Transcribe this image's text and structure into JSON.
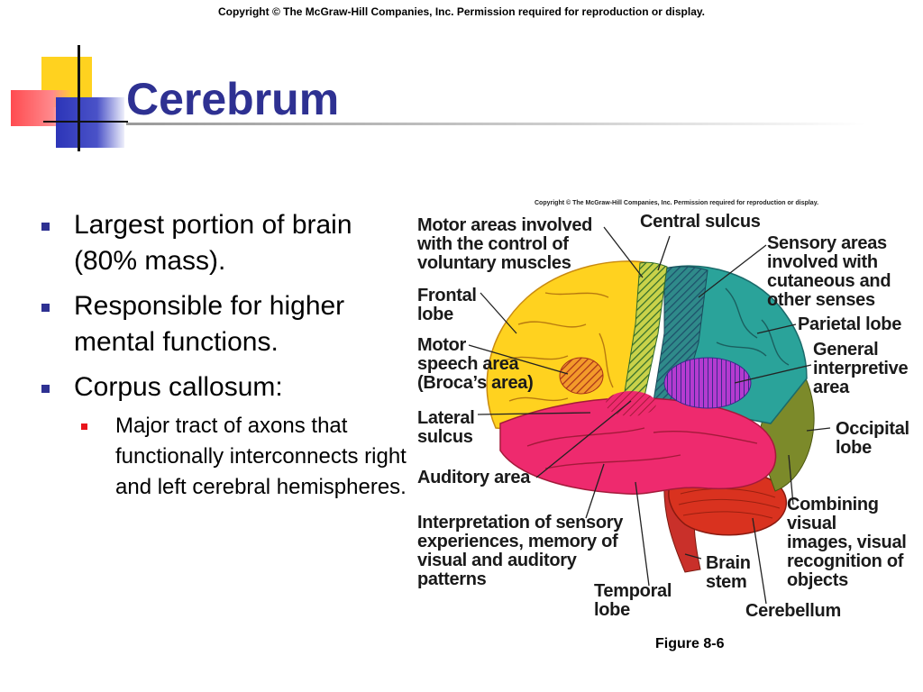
{
  "header": {
    "copyright": "Copyright © The McGraw-Hill Companies, Inc. Permission required for reproduction or display."
  },
  "slide": {
    "title": "Cerebrum",
    "bullets": [
      "Largest portion of brain (80% mass).",
      "Responsible for higher mental functions.",
      "Corpus callosum:"
    ],
    "sub_bullets": [
      "Major tract of axons that functionally interconnects right and left cerebral hemispheres."
    ]
  },
  "figure": {
    "copyright": "Copyright © The McGraw-Hill Companies, Inc. Permission required for reproduction or display.",
    "caption": "Figure 8-6",
    "labels": {
      "motor_areas": "Motor areas involved\nwith the control of\nvoluntary muscles",
      "central_sulcus": "Central sulcus",
      "sensory_areas": "Sensory areas\ninvolved with\ncutaneous and\nother senses",
      "frontal_lobe": "Frontal\nlobe",
      "parietal_lobe": "Parietal lobe",
      "motor_speech": "Motor\nspeech area\n(Broca’s area)",
      "general_interpretive": "General\ninterpretive\narea",
      "lateral_sulcus": "Lateral\nsulcus",
      "occipital_lobe": "Occipital\nlobe",
      "auditory_area": "Auditory area",
      "combining_visual": "Combining\nvisual\nimages, visual\nrecognition of\nobjects",
      "interpretation": "Interpretation of sensory\nexperiences, memory of\nvisual and auditory\npatterns",
      "brain_stem": "Brain\nstem",
      "temporal_lobe": "Temporal\nlobe",
      "cerebellum": "Cerebellum"
    }
  },
  "colors": {
    "title": "#2e3192",
    "bullet": "#2e3192",
    "sub_bullet": "#e8141b",
    "frontal": "#ffd21f",
    "parietal": "#2aa39a",
    "temporal": "#ee2a6e",
    "occipital": "#7c8a2a",
    "cerebellum": "#d9321f"
  }
}
